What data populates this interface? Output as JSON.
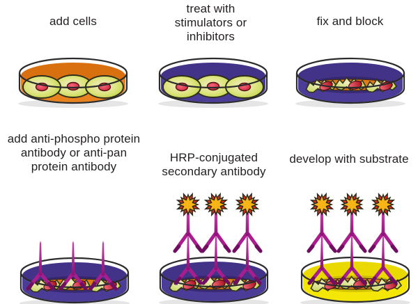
{
  "figure": {
    "background": "#ffffff",
    "panel_count": 6
  },
  "steps": [
    {
      "id": "add-cells",
      "label": "add cells"
    },
    {
      "id": "treat",
      "label": "treat with\nstimulators or\ninhibitors"
    },
    {
      "id": "fix-and-block",
      "label": "fix and block"
    },
    {
      "id": "primary-antibody",
      "label": "add anti-phospho protein\nantibody or anti-pan\nprotein antibody"
    },
    {
      "id": "secondary-antibody",
      "label": "HRP-conjugated\nsecondary antibody"
    },
    {
      "id": "develop",
      "label": "develop with substrate"
    }
  ],
  "colors": {
    "label_text": "#231f20",
    "dish_outline": "#2b2b2b",
    "medium_orange": "#e8821e",
    "medium_purple": "#4a3c97",
    "medium_yellow": "#f4e607",
    "cell_green": "#bfd437",
    "cell_cream": "#f2eecb",
    "nucleus_red": "#d92b3d",
    "fixed_cell_strip_orange": "#e07b17",
    "antibody_magenta": "#a81e8e",
    "antibody_dark_tip": "#6f0f62",
    "hrp_star_yellow": "#f9b515",
    "hrp_star_red": "#da2b1c"
  }
}
